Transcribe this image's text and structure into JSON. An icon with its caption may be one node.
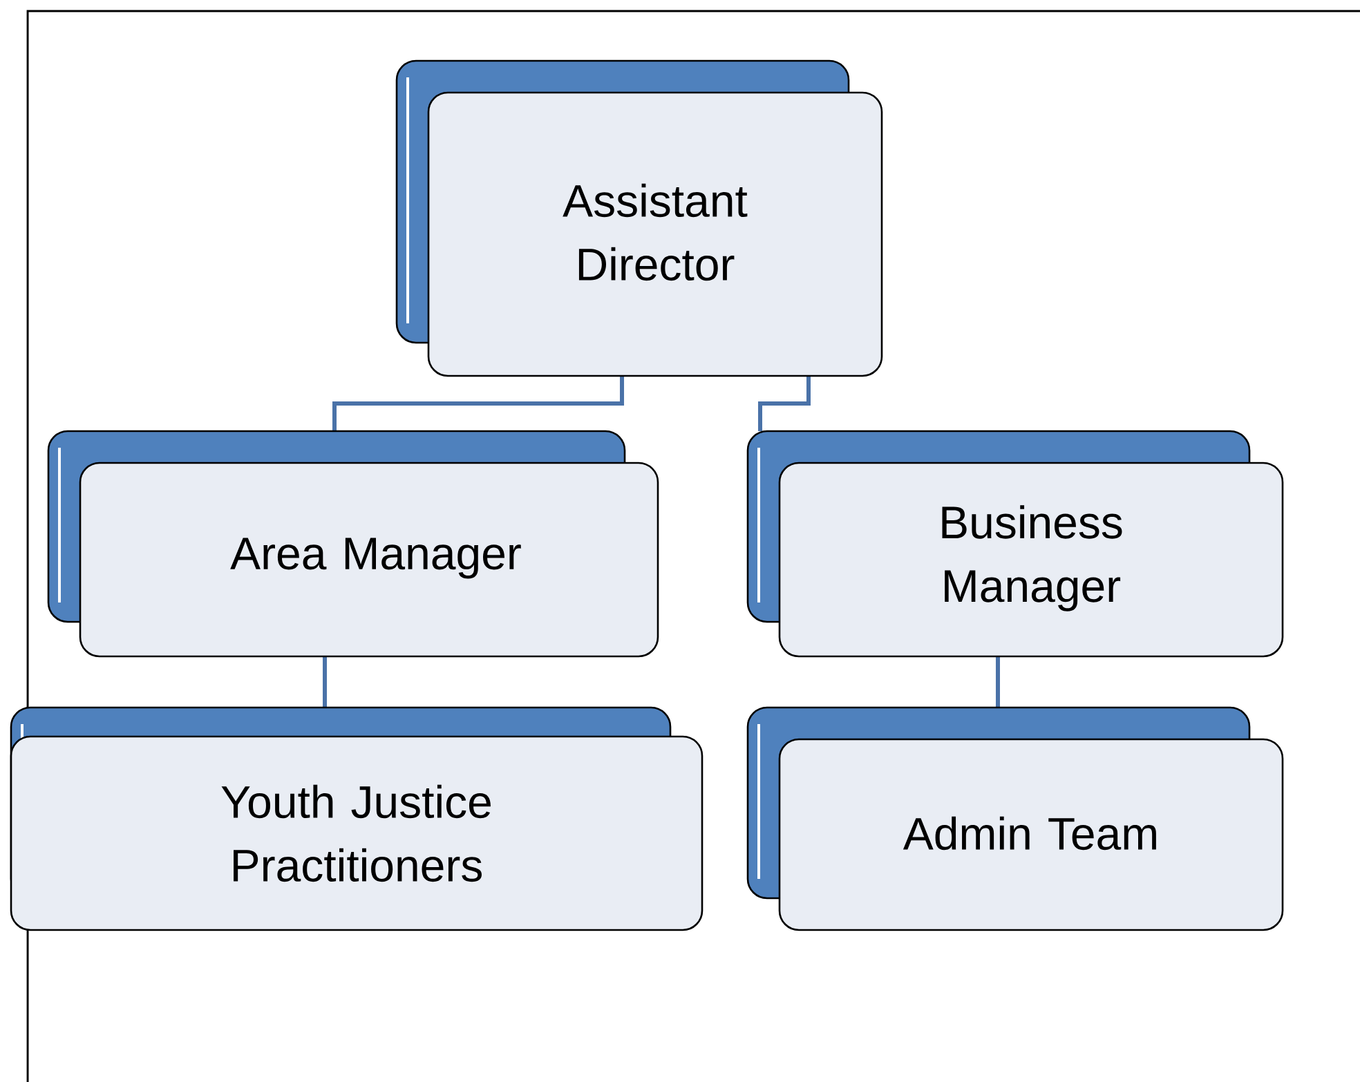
{
  "diagram": {
    "nodes": [
      {
        "text": [
          "Assistant Director"
        ]
      },
      {
        "text": [
          "Area Manager"
        ]
      },
      {
        "text": [
          "Business Manager"
        ]
      },
      {
        "text": [
          "Youth Justice Practitioners"
        ]
      },
      {
        "text": [
          "Admin Team"
        ]
      }
    ],
    "edges": [
      {
        "from": 0,
        "to": 1,
        "arrow": "none"
      },
      {
        "from": 0,
        "to": 2,
        "arrow": "none"
      },
      {
        "from": 1,
        "to": 3,
        "arrow": "none"
      },
      {
        "from": 2,
        "to": 4,
        "arrow": "none"
      }
    ]
  }
}
